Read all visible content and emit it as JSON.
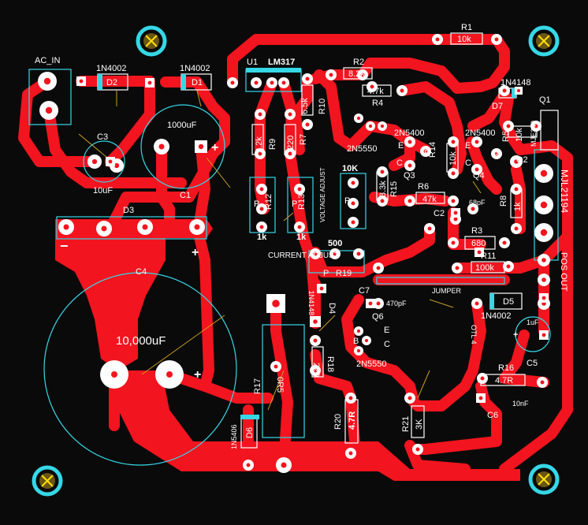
{
  "colors": {
    "background": "#0a0a0a",
    "copper": "#f2141e",
    "silkscreen": "#ffffff",
    "outline": "#36d7e6",
    "pad": "#ffffff",
    "ratsnest": "#c8a020"
  },
  "connector": {
    "ref": "AC_IN"
  },
  "diodes": {
    "d1": {
      "part": "1N4002",
      "ref": "D1"
    },
    "d2": {
      "part": "1N4002",
      "ref": "D2"
    },
    "d3": {
      "ref": "D3"
    },
    "d4": {
      "ref": "D4",
      "part": "1N4148"
    },
    "d5": {
      "ref": "D5",
      "part": "1N4002"
    },
    "d6": {
      "ref": "D6",
      "part": "1N5406"
    },
    "d7": {
      "ref": "D7",
      "part": "1N4148"
    }
  },
  "capacitors": {
    "c1": {
      "ref": "C1",
      "value": "1000uF"
    },
    "c2": {
      "ref": "C2",
      "value": "68pF"
    },
    "c3": {
      "ref": "C3",
      "value": "10uF"
    },
    "c4": {
      "ref": "C4",
      "value": "10,000uF"
    },
    "c5": {
      "ref": "C5",
      "value": "1uF"
    },
    "c6": {
      "ref": "C6",
      "value": "10nF"
    },
    "c7": {
      "ref": "C7",
      "value": "470pF"
    }
  },
  "regulator": {
    "ref": "U1",
    "part": "LM317"
  },
  "resistors": {
    "r1": {
      "ref": "R1",
      "value": "10k"
    },
    "r2": {
      "ref": "R2",
      "value": "8.2k"
    },
    "r3": {
      "ref": "R3",
      "value": "680"
    },
    "r4": {
      "ref": "R4",
      "value": "4.7k"
    },
    "r5": {
      "ref": "R5",
      "value": "10k"
    },
    "r6": {
      "ref": "R6",
      "value": "47k"
    },
    "r7": {
      "ref": "R7",
      "value": "220"
    },
    "r8": {
      "ref": "R8",
      "value": "1k"
    },
    "r9": {
      "ref": "R9",
      "value": "2.2k"
    },
    "r10": {
      "ref": "R10",
      "value": "6.5k"
    },
    "r11": {
      "ref": "R11",
      "value": "100k"
    },
    "r12": {
      "ref": "R12",
      "value": "1k"
    },
    "r13": {
      "ref": "R13",
      "value": "1k",
      "label": "VOLTAGE ADJUST"
    },
    "r14": {
      "ref": "R14",
      "value": "10k"
    },
    "r15": {
      "ref": "R15",
      "value": "3.3k"
    },
    "r16": {
      "ref": "R16",
      "value": "4.7R"
    },
    "r17": {
      "ref": "R17",
      "value": "0R5"
    },
    "r18": {
      "ref": "R18",
      "value": "220"
    },
    "r19": {
      "ref": "R19",
      "value": "500",
      "label": "CURRENT ADJUST"
    },
    "r20": {
      "ref": "R20",
      "value": "4.7R"
    },
    "r21": {
      "ref": "R21",
      "value": "3K"
    }
  },
  "pot_marks": {
    "p": "P",
    "ten_k": "10K"
  },
  "transistors": {
    "q1": {
      "ref": "Q1",
      "part": "MJE340"
    },
    "q2": {
      "ref": "Q2",
      "part": "MJL21194"
    },
    "q3": {
      "ref": "Q3",
      "part": "2N5400"
    },
    "q4": {
      "ref": "Q4",
      "part": "2N5400"
    },
    "q5": {
      "part": "2N5550"
    },
    "q6": {
      "ref": "Q6",
      "part": "2N5550"
    }
  },
  "pins": {
    "e": "E",
    "b": "B",
    "c": "C"
  },
  "misc": {
    "jumper": "JUMPER",
    "pos_out": "POS OUT",
    "plus": "+",
    "minus": "−",
    "otl": "OTL 4"
  }
}
